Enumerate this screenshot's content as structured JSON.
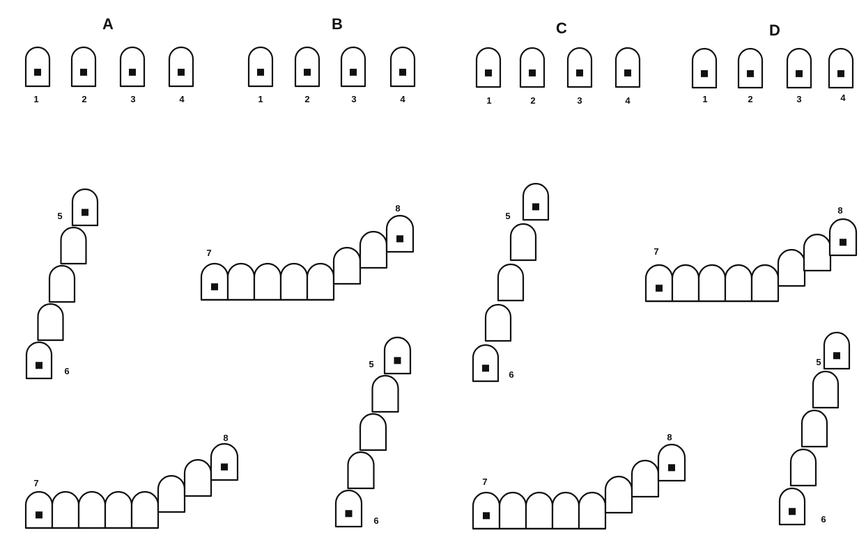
{
  "panels": [
    {
      "id": "A",
      "label": "A",
      "numbers": [
        "1",
        "2",
        "3",
        "4"
      ]
    },
    {
      "id": "B",
      "label": "B",
      "numbers": [
        "1",
        "2",
        "3",
        "4"
      ]
    },
    {
      "id": "C",
      "label": "C",
      "numbers": [
        "1",
        "2",
        "3",
        "4"
      ]
    },
    {
      "id": "D",
      "label": "D",
      "numbers": [
        "1",
        "2",
        "3",
        "4"
      ]
    }
  ],
  "arrangements": [
    {
      "id": "vertical-A",
      "start": "6",
      "end": "5"
    },
    {
      "id": "horizontal-AB",
      "start": "7",
      "end": "8"
    },
    {
      "id": "vertical-C",
      "start": "6",
      "end": "5"
    },
    {
      "id": "horizontal-CD",
      "start": "7",
      "end": "8"
    },
    {
      "id": "horizontal-A-bottom",
      "start": "7",
      "end": "8"
    },
    {
      "id": "vertical-B",
      "start": "6",
      "end": "5"
    },
    {
      "id": "horizontal-C-bottom",
      "start": "7",
      "end": "8"
    },
    {
      "id": "vertical-D",
      "start": "6",
      "end": "5"
    }
  ]
}
